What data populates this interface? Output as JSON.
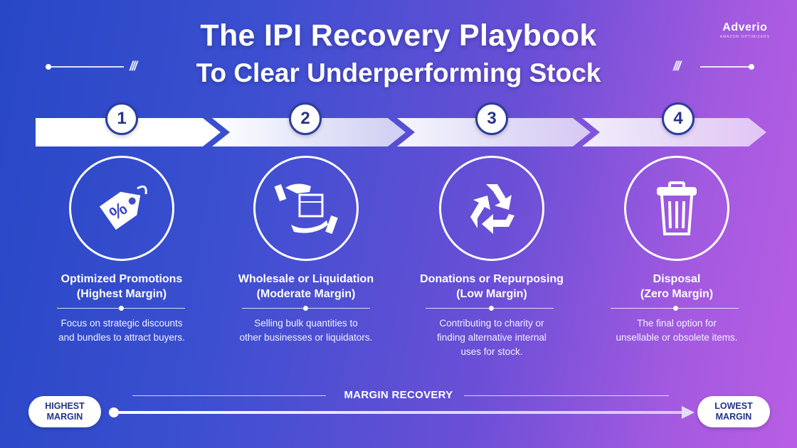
{
  "title": {
    "line1": "The IPI Recovery Playbook",
    "line2": "To Clear Underperforming Stock"
  },
  "brand": {
    "name": "Adverio",
    "tagline": "AMAZON OPTIMIZERS"
  },
  "steps": [
    {
      "number": "1",
      "icon": "percent-tag-icon",
      "title_line1": "Optimized Promotions",
      "title_line2": "(Highest Margin)",
      "desc_line1": "Focus on strategic discounts",
      "desc_line2": "and bundles to attract buyers.",
      "desc_line3": ""
    },
    {
      "number": "2",
      "icon": "box-handoff-icon",
      "title_line1": "Wholesale or Liquidation",
      "title_line2": "(Moderate Margin)",
      "desc_line1": "Selling bulk quantities to",
      "desc_line2": "other businesses or liquidators.",
      "desc_line3": ""
    },
    {
      "number": "3",
      "icon": "recycle-icon",
      "title_line1": "Donations or Repurposing",
      "title_line2": "(Low Margin)",
      "desc_line1": "Contributing to charity or",
      "desc_line2": "finding alternative internal",
      "desc_line3": "uses for stock."
    },
    {
      "number": "4",
      "icon": "trash-can-icon",
      "title_line1": "Disposal",
      "title_line2": "(Zero Margin)",
      "desc_line1": "The final option for",
      "desc_line2": "unsellable or obsolete items.",
      "desc_line3": ""
    }
  ],
  "scale": {
    "label": "MARGIN RECOVERY",
    "start_line1": "HIGHEST",
    "start_line2": "MARGIN",
    "end_line1": "LOWEST",
    "end_line2": "MARGIN"
  },
  "colors": {
    "bg_start": "#2747c6",
    "bg_end": "#b85ee4",
    "number_text": "#28338a",
    "white": "#ffffff"
  }
}
